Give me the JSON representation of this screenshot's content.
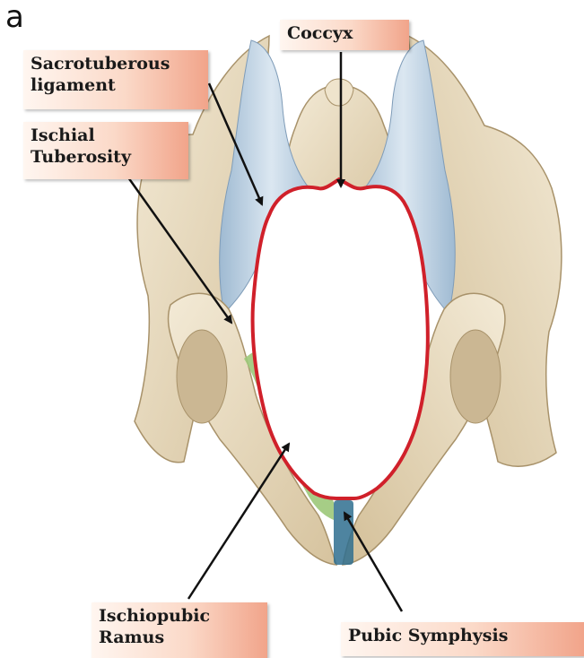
{
  "figure": {
    "panel_letter": "a"
  },
  "labels": {
    "coccyx": "Coccyx",
    "sacrotuberous_line1": "Sacrotuberous",
    "sacrotuberous_line2": "ligament",
    "ischial_line1": "Ischial",
    "ischial_line2": "Tuberosity",
    "ischiopubic_line1": "Ischiopubic",
    "ischiopubic_line2": "Ramus",
    "pubic_symphysis": "Pubic Symphysis"
  },
  "colors": {
    "bone": "#e8dcc0",
    "bone_shadow": "#c9b590",
    "ligament": "#b9cfe0",
    "outlet_outline": "#d0202a",
    "ramus_highlight": "#9cc879",
    "symphysis": "#2f6f8f",
    "label_gradient_end": "#f1a48a"
  }
}
